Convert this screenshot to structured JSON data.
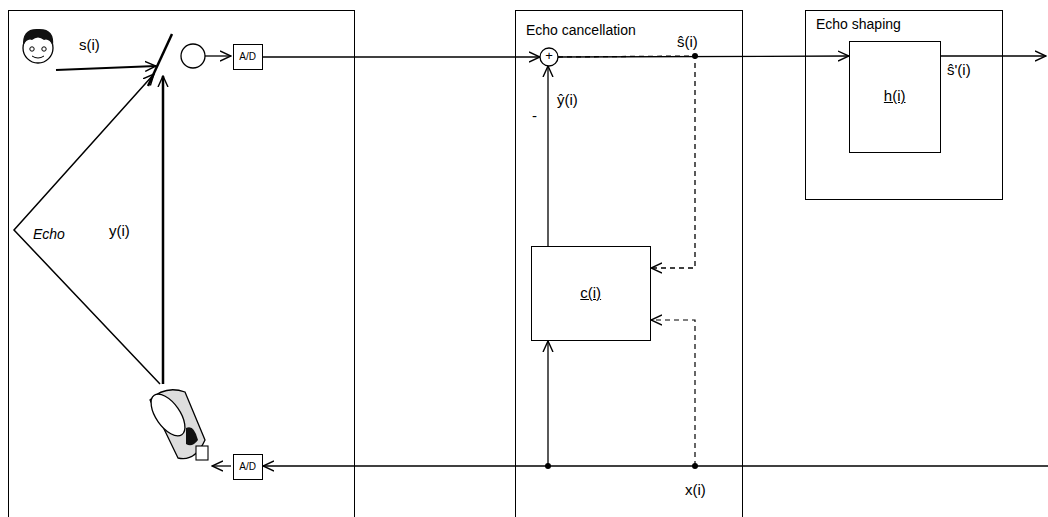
{
  "diagram": {
    "nodes": [
      {
        "text": [
          "s(i)",
          "Echo",
          "y(i)"
        ]
      },
      {
        "text": [
          "A/D"
        ],
        "in": 0
      },
      {
        "text": [
          "A/D"
        ],
        "in": 0
      },
      {
        "text": [
          "Echo cancellation"
        ]
      },
      {
        "text": [
          "+"
        ],
        "in": 3
      },
      {
        "text": [
          "c(i)"
        ],
        "in": 3
      },
      {
        "text": [
          "Echo shaping"
        ]
      },
      {
        "text": [
          "h(i)"
        ],
        "in": 6
      }
    ],
    "edges": [
      {
        "from": 1,
        "to": 4,
        "arrow": "to"
      },
      {
        "from": 4,
        "to": 7,
        "arrow": "to"
      },
      {
        "from": 5,
        "to": 4,
        "arrow": "to"
      },
      {
        "from": 4,
        "to": 5,
        "arrow": "to"
      }
    ],
    "labels": [
      "ŝ(i)",
      "ŷ(i)",
      "-",
      "ŝ'(i)",
      "x(i)"
    ]
  }
}
